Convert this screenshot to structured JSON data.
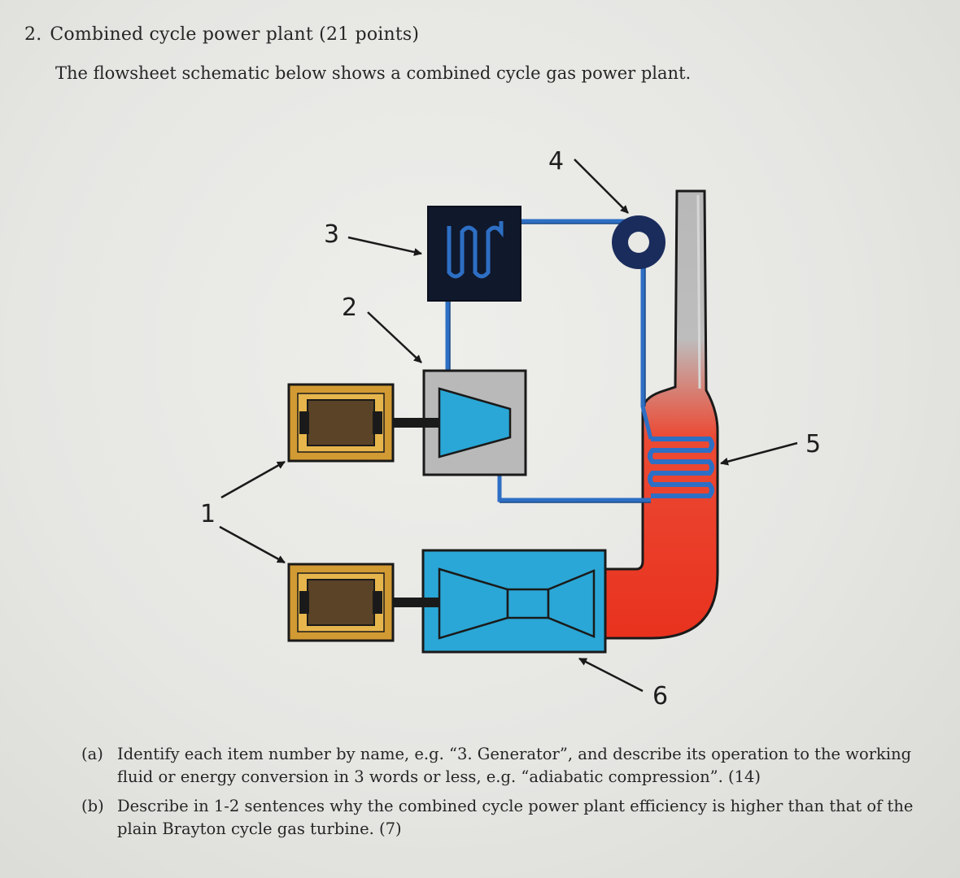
{
  "question": {
    "number": "2.",
    "title": "Combined cycle power plant (21 points)",
    "intro": "The flowsheet schematic below shows a combined cycle gas power plant."
  },
  "diagram": {
    "labels": [
      "1",
      "2",
      "3",
      "4",
      "5",
      "6"
    ],
    "colors": {
      "steam_line": "#2d6fc4",
      "heat_recovery_hot": "#e8321e",
      "stack": "#b8b8b8",
      "turbine_fill": "#2aa7d6",
      "heat_exchanger": "#10182c",
      "pump": "#1a2c5c",
      "generator_casing": "#d29a33",
      "generator_core": "#5a4326",
      "steam_turbine_box": "#b9b9b9"
    },
    "icons": [
      "condenser-icon",
      "pump-icon",
      "steam-turbine-icon",
      "gas-turbine-icon",
      "generator-icon",
      "hrsg-icon",
      "stack-icon"
    ]
  },
  "parts": [
    {
      "tag": "(a)",
      "text": "Identify each item number by name, e.g. “3. Generator”, and describe its operation to the working fluid or energy conversion in 3 words or less, e.g. “adiabatic compression”. (14)"
    },
    {
      "tag": "(b)",
      "text": "Describe in 1-2 sentences why the combined cycle power plant efficiency is higher than that of the plain Brayton cycle gas turbine. (7)"
    }
  ]
}
